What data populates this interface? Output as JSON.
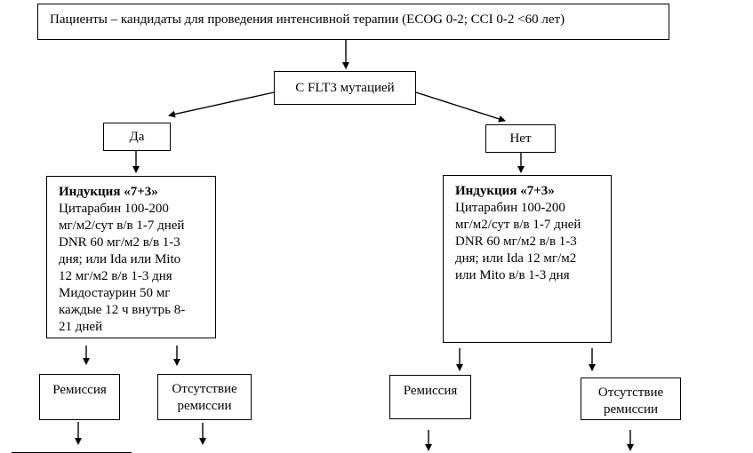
{
  "top_box": {
    "text": "Пациенты – кандидаты для проведения интенсивной терапии (ECOG 0-2; CCI 0-2 <60 лет)"
  },
  "flt3_box": {
    "text": "С FLT3 мутацией"
  },
  "yes_box": {
    "text": "Да"
  },
  "no_box": {
    "text": "Нет"
  },
  "left_induction": {
    "title": "Индукция «7+3»",
    "line1": "Цитарабин 100-200",
    "line2": "мг/м2/сут в/в 1-7 дней",
    "line3": "DNR 60 мг/м2 в/в 1-3",
    "line4": "дня; или Ida или Mito",
    "line5": "12 мг/м2 в/в 1-3 дня",
    "line6a": "Мидостаурин",
    "line6b": "50",
    "line6c": "мг",
    "line7a": "каждые",
    "line7b": "12",
    "line7c": "ч",
    "line7d": "внутрь",
    "line7e": "8-",
    "line8": "21 дней"
  },
  "right_induction": {
    "title": "Индукция «7+3»",
    "line1": "Цитарабин 100-200",
    "line2": "мг/м2/сут в/в 1-7 дней",
    "line3": "DNR 60 мг/м2 в/в 1-3",
    "line4": "дня; или Ida 12 мг/м2",
    "line5": "или Mito в/в 1-3 дня"
  },
  "left_remission": {
    "text": "Ремиссия"
  },
  "left_no_remission": {
    "line1": "Отсутствие",
    "line2": "ремиссии"
  },
  "right_remission": {
    "text": "Ремиссия"
  },
  "right_no_remission": {
    "line1": "Отсутствие",
    "line2": "ремиссии"
  }
}
